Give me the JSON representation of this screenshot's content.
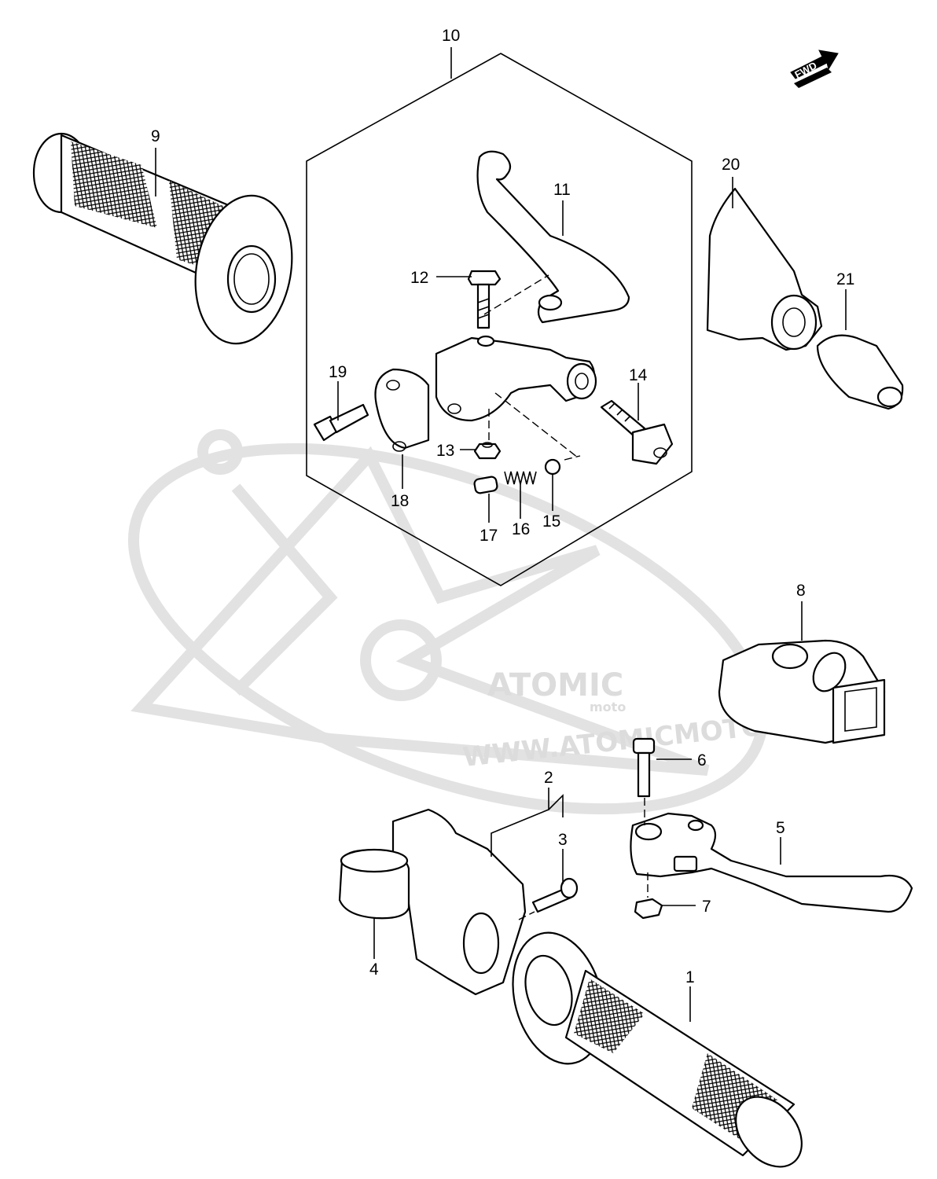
{
  "direction_marker": "FWD",
  "watermark": {
    "brand": "ATOMIC",
    "tag": "moto",
    "url": "WWW.ATOMICMOTO.FR"
  },
  "callouts": [
    {
      "id": "1",
      "label": "1"
    },
    {
      "id": "2",
      "label": "2"
    },
    {
      "id": "3",
      "label": "3"
    },
    {
      "id": "4",
      "label": "4"
    },
    {
      "id": "5",
      "label": "5"
    },
    {
      "id": "6",
      "label": "6"
    },
    {
      "id": "7",
      "label": "7"
    },
    {
      "id": "8",
      "label": "8"
    },
    {
      "id": "9",
      "label": "9"
    },
    {
      "id": "10",
      "label": "10"
    },
    {
      "id": "11",
      "label": "11"
    },
    {
      "id": "12",
      "label": "12"
    },
    {
      "id": "13",
      "label": "13"
    },
    {
      "id": "14",
      "label": "14"
    },
    {
      "id": "15",
      "label": "15"
    },
    {
      "id": "16",
      "label": "16"
    },
    {
      "id": "17",
      "label": "17"
    },
    {
      "id": "18",
      "label": "18"
    },
    {
      "id": "19",
      "label": "19"
    },
    {
      "id": "20",
      "label": "20"
    },
    {
      "id": "21",
      "label": "21"
    }
  ]
}
